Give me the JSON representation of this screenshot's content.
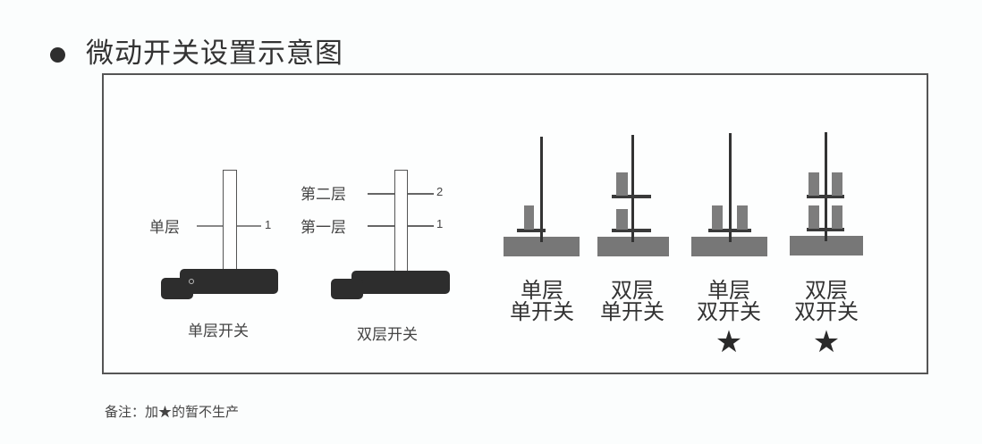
{
  "header": {
    "bullet_icon": "filled-circle",
    "title": "微动开关设置示意图"
  },
  "left_diagrams": [
    {
      "name": "单层开关",
      "levels": [
        {
          "label": "单层",
          "number": "1"
        }
      ]
    },
    {
      "name": "双层开关",
      "levels": [
        {
          "label": "第二层",
          "number": "2"
        },
        {
          "label": "第一层",
          "number": "1"
        }
      ]
    }
  ],
  "configs": [
    {
      "line1": "单层",
      "line2": "单开关",
      "starred": false,
      "star": ""
    },
    {
      "line1": "双层",
      "line2": "单开关",
      "starred": false,
      "star": ""
    },
    {
      "line1": "单层",
      "line2": "双开关",
      "starred": true,
      "star": "★"
    },
    {
      "line1": "双层",
      "line2": "双开关",
      "starred": true,
      "star": "★"
    }
  ],
  "footer": {
    "note": "备注：加★的暂不生产"
  },
  "colors": {
    "frame": "#555555",
    "base_block": "#2d2d2d",
    "platform": "#777777",
    "switch": "#7d7d7d"
  }
}
